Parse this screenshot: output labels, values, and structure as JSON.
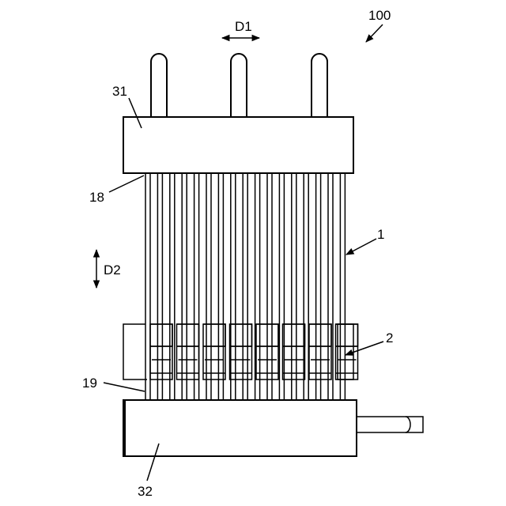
{
  "figure": {
    "reference_100": "100",
    "direction_d1": "D1",
    "direction_d2": "D2",
    "upper_header_31": "31",
    "lower_header_32": "32",
    "tube_end_18": "18",
    "tube_end_19": "19",
    "tube_1": "1",
    "fin_2": "2"
  },
  "icons": {
    "direction_d1": "double-arrow-horizontal-icon",
    "direction_d2": "double-arrow-vertical-icon",
    "reference_100": "leader-arrow-icon"
  }
}
